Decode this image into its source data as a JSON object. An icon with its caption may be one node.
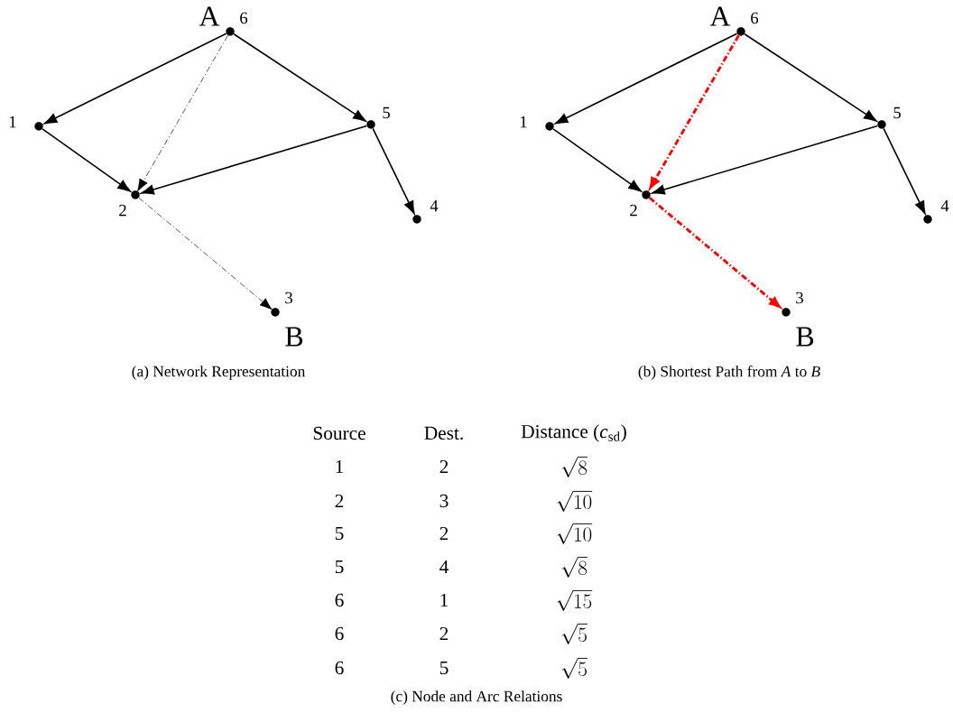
{
  "diagram": {
    "nodes": [
      {
        "text": [],
        "shape": "circle",
        "beside": [
          "1"
        ]
      },
      {
        "text": [],
        "shape": "circle",
        "beside": [
          "2"
        ]
      },
      {
        "text": [],
        "shape": "circle",
        "beside": [
          "3",
          "B"
        ]
      },
      {
        "text": [],
        "shape": "circle",
        "beside": [
          "4"
        ]
      },
      {
        "text": [],
        "shape": "circle",
        "beside": [
          "5"
        ]
      },
      {
        "text": [],
        "shape": "circle",
        "beside": [
          "A",
          "6"
        ]
      },
      {
        "text": [],
        "shape": "circle",
        "beside": [
          "1"
        ]
      },
      {
        "text": [],
        "shape": "circle",
        "beside": [
          "2"
        ]
      },
      {
        "text": [],
        "shape": "circle",
        "beside": [
          "3",
          "B"
        ]
      },
      {
        "text": [],
        "shape": "circle",
        "beside": [
          "4"
        ]
      },
      {
        "text": [],
        "shape": "circle",
        "beside": [
          "5"
        ]
      },
      {
        "text": [],
        "shape": "circle",
        "beside": [
          "A",
          "6"
        ]
      }
    ],
    "edges": [
      {
        "from": 5,
        "to": 0,
        "arrow": "to"
      },
      {
        "from": 5,
        "to": 4,
        "arrow": "to"
      },
      {
        "from": 0,
        "to": 1,
        "arrow": "to"
      },
      {
        "from": 4,
        "to": 1,
        "arrow": "to"
      },
      {
        "from": 4,
        "to": 3,
        "arrow": "to"
      },
      {
        "from": 5,
        "to": 1,
        "arrow": "to",
        "style": "dashed"
      },
      {
        "from": 1,
        "to": 2,
        "arrow": "to",
        "style": "dashed"
      },
      {
        "from": 11,
        "to": 6,
        "arrow": "to"
      },
      {
        "from": 11,
        "to": 10,
        "arrow": "to"
      },
      {
        "from": 6,
        "to": 7,
        "arrow": "to"
      },
      {
        "from": 10,
        "to": 7,
        "arrow": "to"
      },
      {
        "from": 10,
        "to": 9,
        "arrow": "to"
      },
      {
        "from": 11,
        "to": 7,
        "arrow": "to",
        "style": "dashed",
        "color": "#ff0000"
      },
      {
        "from": 7,
        "to": 8,
        "arrow": "to",
        "style": "dashed",
        "color": "#ff0000"
      }
    ],
    "labels": [
      "(a) Network Representation",
      "(b) Shortest Path from *A* to *B*",
      "Source",
      "Dest.",
      "Distance (*c*$_{sd}$)",
      "1",
      "2",
      "\\sqrt{8}",
      "2",
      "3",
      "\\sqrt{10}",
      "5",
      "2",
      "\\sqrt{10}",
      "5",
      "4",
      "\\sqrt{8}",
      "6",
      "1",
      "\\sqrt{15}",
      "6",
      "2",
      "\\sqrt{5}",
      "6",
      "5",
      "\\sqrt{5}",
      "(c) Node and Arc Relations"
    ]
  }
}
